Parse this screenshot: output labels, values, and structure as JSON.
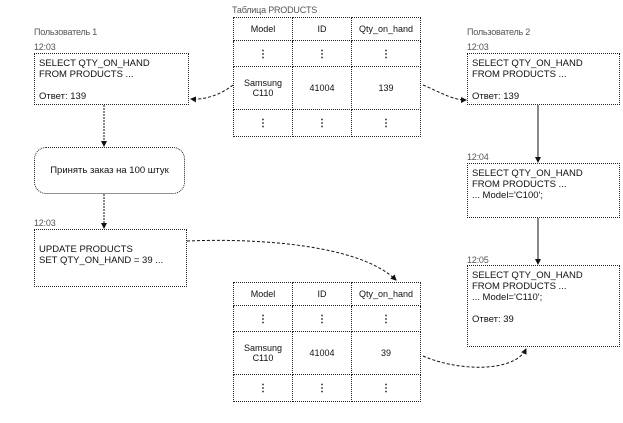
{
  "users": {
    "user1": "Пользователь 1",
    "user2": "Пользователь 2"
  },
  "table_caption": "Таблица PRODUCTS",
  "table_columns": [
    "Model",
    "ID",
    "Qty_on_hand"
  ],
  "table_before": {
    "model": "Samsung\nC110",
    "model_line1": "Samsung",
    "model_line2": "C110",
    "id": "41004",
    "qty": "139"
  },
  "table_after": {
    "model_line1": "Samsung",
    "model_line2": "C110",
    "id": "41004",
    "qty": "39"
  },
  "ellipsis": "⋮",
  "user1_steps": [
    {
      "time": "12:03",
      "lines": [
        "SELECT QTY_ON_HAND",
        "FROM PRODUCTS ..."
      ],
      "answer": "Ответ: 139"
    },
    {
      "text": "Принять заказ на 100 штук"
    },
    {
      "time": "12:03",
      "lines": [
        "UPDATE PRODUCTS",
        "SET QTY_ON_HAND = 39 ..."
      ]
    }
  ],
  "user2_steps": [
    {
      "time": "12:03",
      "lines": [
        "SELECT QTY_ON_HAND",
        "FROM PRODUCTS ..."
      ],
      "answer": "Ответ: 139"
    },
    {
      "time": "12:04",
      "lines": [
        "SELECT QTY_ON_HAND",
        "FROM PRODUCTS ...",
        "... Model='C100';"
      ]
    },
    {
      "time": "12:05",
      "lines": [
        "SELECT QTY_ON_HAND",
        "FROM PRODUCTS ...",
        "... Model='C110';"
      ],
      "answer": "Ответ: 39"
    }
  ]
}
